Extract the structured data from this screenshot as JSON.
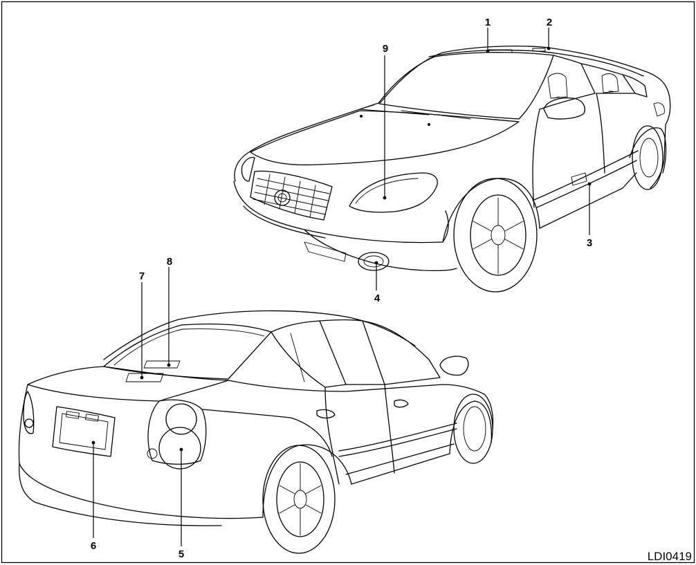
{
  "figure": {
    "code": "LDI0419",
    "callouts": [
      "1",
      "2",
      "3",
      "4",
      "5",
      "6",
      "7",
      "8",
      "9"
    ]
  }
}
